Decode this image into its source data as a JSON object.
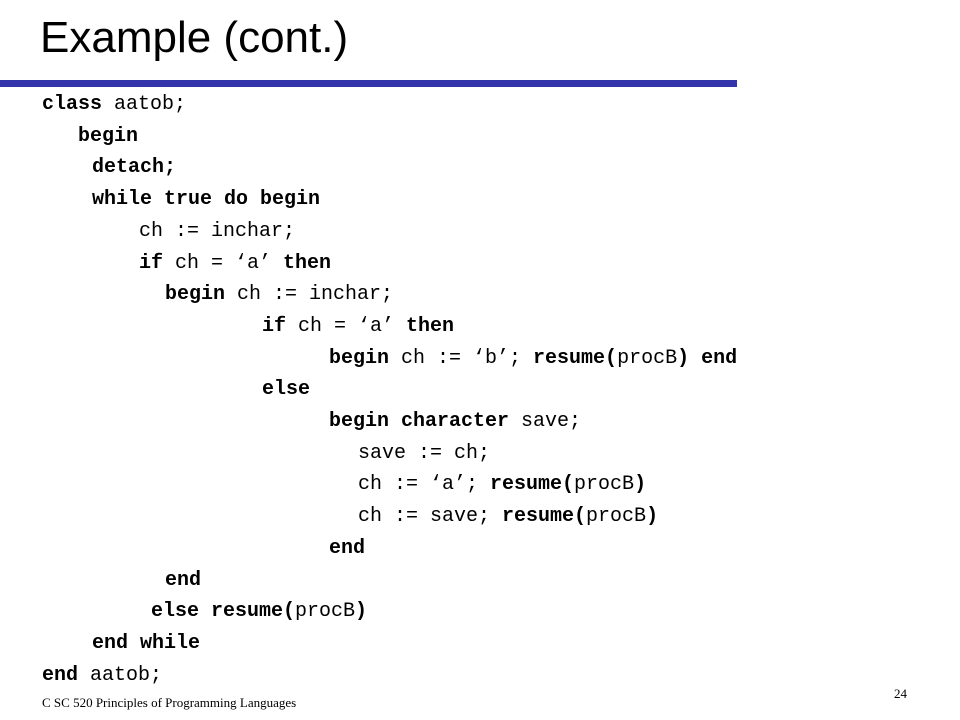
{
  "slide": {
    "title": "Example (cont.)",
    "accent_color": "#3333aa",
    "footer": {
      "course": "C SC 520 Principles of Programming Languages",
      "page_number": "24"
    }
  },
  "code_lines": [
    [
      {
        "t": "class",
        "b": true
      },
      {
        "t": " aatob;",
        "b": false
      }
    ],
    [
      {
        "t": "begin",
        "b": true
      }
    ],
    [
      {
        "t": "detach;",
        "b": true
      }
    ],
    [
      {
        "t": "while true do begin",
        "b": true
      }
    ],
    [
      {
        "t": "ch := inchar;",
        "b": false
      }
    ],
    [
      {
        "t": "if",
        "b": true
      },
      {
        "t": " ch = ‘a’ ",
        "b": false
      },
      {
        "t": "then",
        "b": true
      }
    ],
    [
      {
        "t": "begin",
        "b": true
      },
      {
        "t": " ch := inchar;",
        "b": false
      }
    ],
    [
      {
        "t": "if",
        "b": true
      },
      {
        "t": " ch = ‘a’ ",
        "b": false
      },
      {
        "t": "then",
        "b": true
      }
    ],
    [
      {
        "t": "begin",
        "b": true
      },
      {
        "t": " ch := ‘b’; ",
        "b": false
      },
      {
        "t": "resume(",
        "b": true
      },
      {
        "t": "procB",
        "b": false
      },
      {
        "t": ") end",
        "b": true
      }
    ],
    [
      {
        "t": "else",
        "b": true
      }
    ],
    [
      {
        "t": "begin character",
        "b": true
      },
      {
        "t": " save;",
        "b": false
      }
    ],
    [
      {
        "t": "save := ch;",
        "b": false
      }
    ],
    [
      {
        "t": "ch := ‘a’; ",
        "b": false
      },
      {
        "t": "resume(",
        "b": true
      },
      {
        "t": "procB",
        "b": false
      },
      {
        "t": ")",
        "b": true
      }
    ],
    [
      {
        "t": "ch := save; ",
        "b": false
      },
      {
        "t": "resume(",
        "b": true
      },
      {
        "t": "procB",
        "b": false
      },
      {
        "t": ")",
        "b": true
      }
    ],
    [
      {
        "t": "end",
        "b": true
      }
    ],
    [
      {
        "t": "end",
        "b": true
      }
    ],
    [
      {
        "t": "else resume(",
        "b": true
      },
      {
        "t": "procB",
        "b": false
      },
      {
        "t": ")",
        "b": true
      }
    ],
    [
      {
        "t": "end while",
        "b": true
      }
    ],
    [
      {
        "t": "end",
        "b": true
      },
      {
        "t": " aatob;",
        "b": false
      }
    ]
  ]
}
